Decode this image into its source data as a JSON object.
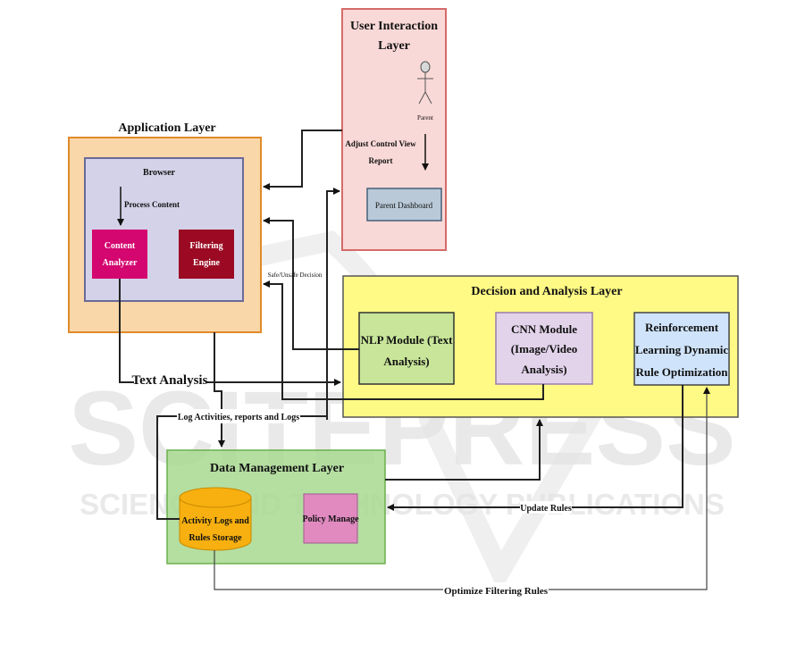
{
  "watermark": {
    "big": "SCITEPRESS",
    "small": "SCIENCE AND TECHNOLOGY PUBLICATIONS"
  },
  "layers": {
    "user": {
      "title_line1": "User Interaction",
      "title_line2": "Layer",
      "actor_label": "Parent",
      "arrow_label_line1": "Adjust Control View",
      "arrow_label_line2": "Report",
      "dashboard": "Parent Dashboard",
      "fill": "#f9d9d7",
      "border": "#d46a6a"
    },
    "application": {
      "title": "Application Layer",
      "fill": "#fad7a8",
      "border": "#e08a2a",
      "browser": {
        "title": "Browser",
        "process_label": "Process Content",
        "fill": "#d4d2e8",
        "border": "#6a6a9a"
      },
      "content_analyzer": {
        "line1": "Content",
        "line2": "Analyzer",
        "fill": "#d4066f"
      },
      "filtering_engine": {
        "line1": "Filtering",
        "line2": "Engine",
        "fill": "#9b0a22"
      }
    },
    "decision": {
      "title": "Decision and Analysis Layer",
      "fill": "#fffa85",
      "border": "#555555",
      "nlp": {
        "line1": "NLP Module (Text",
        "line2": "Analysis)",
        "fill": "#c8e59a"
      },
      "cnn": {
        "line1": "CNN Module",
        "line2": "(Image/Video",
        "line3": "Analysis)",
        "fill": "#e2d3ea"
      },
      "rl": {
        "line1": "Reinforcement",
        "line2": "Learning Dynamic",
        "line3": "Rule Optimization",
        "fill": "#cfe3fa"
      }
    },
    "data": {
      "title": "Data Management Layer",
      "fill": "#a8d890",
      "border": "#6ab04c",
      "storage": {
        "line1": "Activity Logs and",
        "line2": "Rules Storage",
        "fill": "#f7b00f"
      },
      "policy": {
        "line1": "Policy Manage",
        "fill": "#e08ac0"
      }
    }
  },
  "connectors": {
    "safe_unsafe": "Safe/Unsafe Decision",
    "text_analysis": "Text Analysis",
    "log_activities": "Log Activities, reports and Logs",
    "update_rules": "Update Rules",
    "optimize_rules": "Optimize Filtering Rules"
  }
}
